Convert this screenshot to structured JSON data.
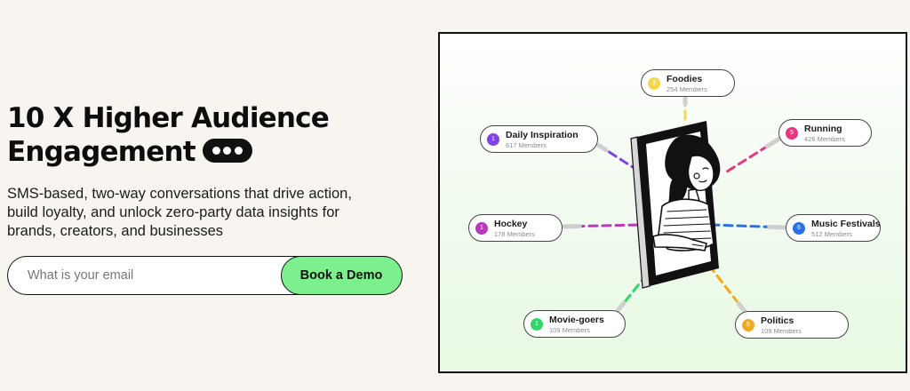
{
  "hero": {
    "headline_line1": "10 X Higher Audience",
    "headline_line2": "Engagement",
    "subtext_line1": "SMS-based, two-way conversations that drive action,",
    "subtext_line2": "build loyalty, and unlock zero-party data insights for",
    "subtext_line3": "brands, creators, and businesses",
    "email_placeholder": "What is your email",
    "email_value": "",
    "cta_label": "Book a Demo"
  },
  "icons": {
    "headline_icon": "chat-bubble-dots-icon"
  },
  "colors": {
    "cta": "#7cf08d",
    "page_bg": "#f8f5f1"
  },
  "communities": [
    {
      "id": "foodies",
      "number": "3",
      "name": "Foodies",
      "members": "254 Members",
      "color": "#f6d84a"
    },
    {
      "id": "daily-inspiration",
      "number": "1",
      "name": "Daily Inspiration",
      "members": "617 Members",
      "color": "#8142e6"
    },
    {
      "id": "running",
      "number": "5",
      "name": "Running",
      "members": "426 Members",
      "color": "#e8357f"
    },
    {
      "id": "hockey",
      "number": "1",
      "name": "Hockey",
      "members": "178 Members",
      "color": "#b63bb8"
    },
    {
      "id": "music-festivals",
      "number": "6",
      "name": "Music Festivals",
      "members": "512 Members",
      "color": "#2c6fe6"
    },
    {
      "id": "movie-goers",
      "number": "1",
      "name": "Movie-goers",
      "members": "109 Members",
      "color": "#33d66b"
    },
    {
      "id": "politics",
      "number": "5",
      "name": "Politics",
      "members": "109 Members",
      "color": "#f2a91c"
    }
  ]
}
